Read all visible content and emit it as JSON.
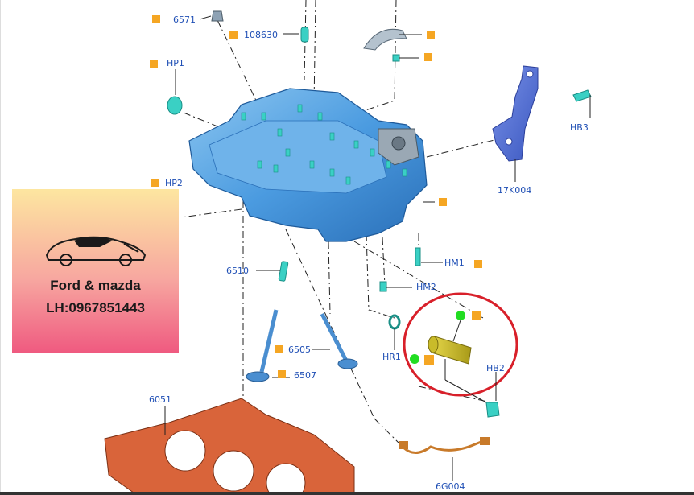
{
  "parts": {
    "p6571": "6571",
    "p108630": "108630",
    "hp1": "HP1",
    "hp2": "HP2",
    "hb3": "HB3",
    "p17k004": "17K004",
    "hm1": "HM1",
    "hm2": "HM2",
    "p6510": "6510",
    "hr1": "HR1",
    "hb2": "HB2",
    "p6505": "6505",
    "p6507": "6507",
    "p6051": "6051",
    "p6g004": "6G004"
  },
  "promo": {
    "brand": "Ford & mazda",
    "contact": "LH:0967851443"
  },
  "colors": {
    "label": "#1f4fb5",
    "marker": "#f5a623",
    "highlight": "#d8202a",
    "head": "#3f8fd6",
    "gasket": "#d9643a",
    "bracket": "#4a6fd0",
    "green-dot": "#22dd22"
  }
}
